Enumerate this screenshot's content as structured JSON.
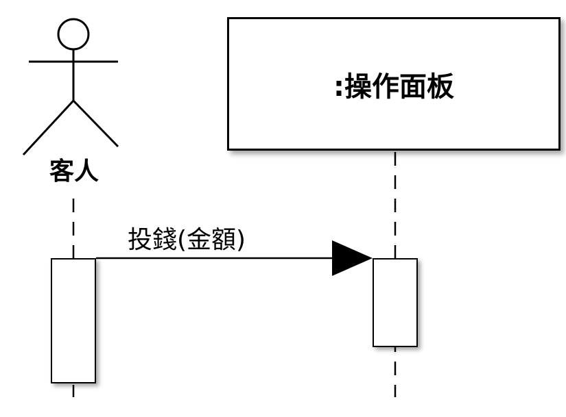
{
  "actor": {
    "name": "客人"
  },
  "object": {
    "name": ":操作面板"
  },
  "message": {
    "label": "投錢(金額)"
  },
  "colors": {
    "line": "#000000",
    "background": "#ffffff"
  }
}
